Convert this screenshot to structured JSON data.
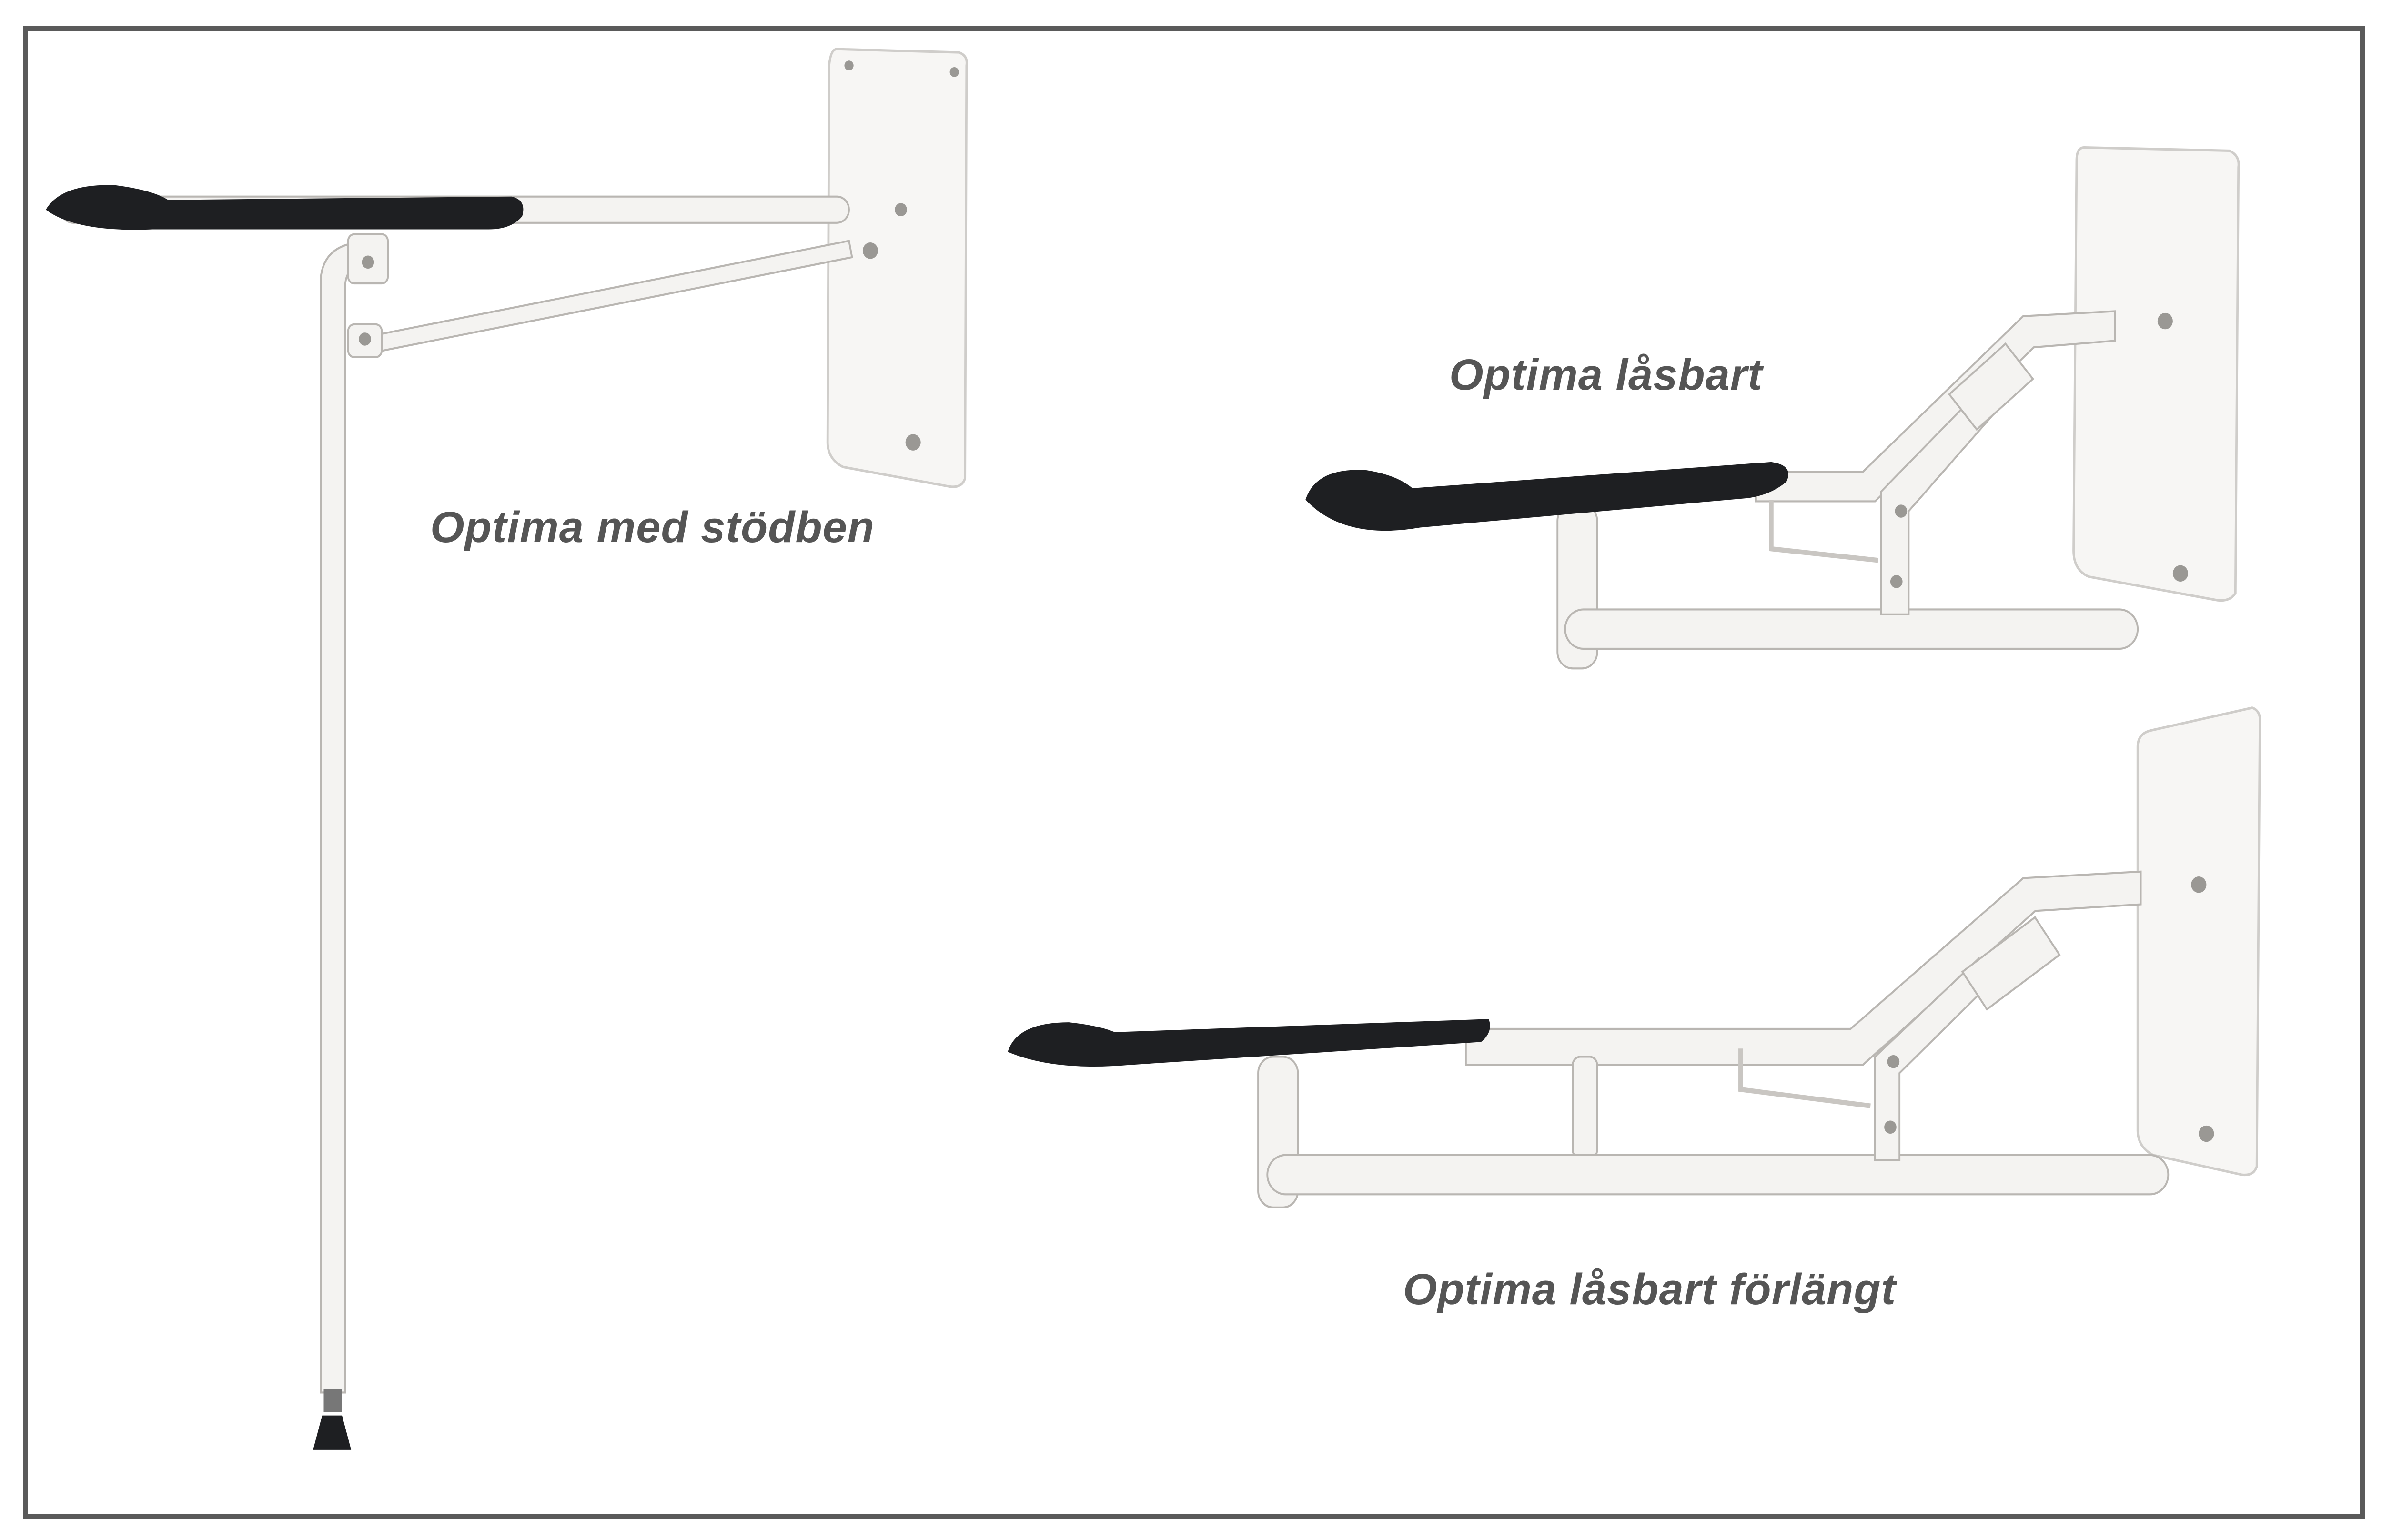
{
  "products": [
    {
      "name": "Optima med stödben"
    },
    {
      "name": "Optima låsbart"
    },
    {
      "name": "Optima låsbart förlängt"
    }
  ],
  "colors": {
    "frame": "#5a5a5a",
    "caption": "#555555",
    "pad": "#1e1f22",
    "tube": "#f4f3f1"
  }
}
